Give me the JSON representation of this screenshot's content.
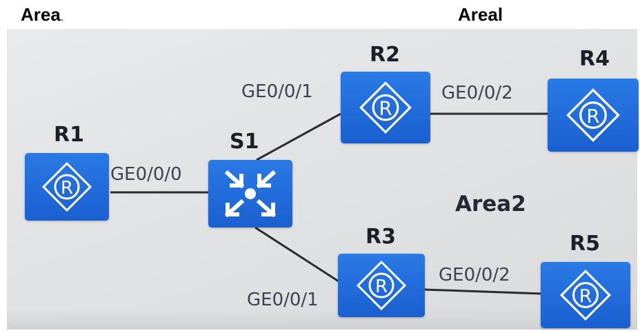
{
  "header": {
    "area_left": "Area",
    "area_left_dot": ".",
    "area_right": "Areal"
  },
  "areas": {
    "area2": "Area2"
  },
  "devices": {
    "r1": "R1",
    "r2": "R2",
    "r3": "R3",
    "r4": "R4",
    "r5": "R5",
    "s1": "S1",
    "router_glyph": "R"
  },
  "ports": {
    "r1_s1": "GE0/0/0",
    "s1_r2": "GE0/0/1",
    "s1_r3": "GE0/0/1",
    "r2_r4": "GE0/0/2",
    "r3_r5": "GE0/0/2"
  },
  "colors": {
    "device_blue": "#1f6bdc",
    "link": "#2b2b2b"
  }
}
